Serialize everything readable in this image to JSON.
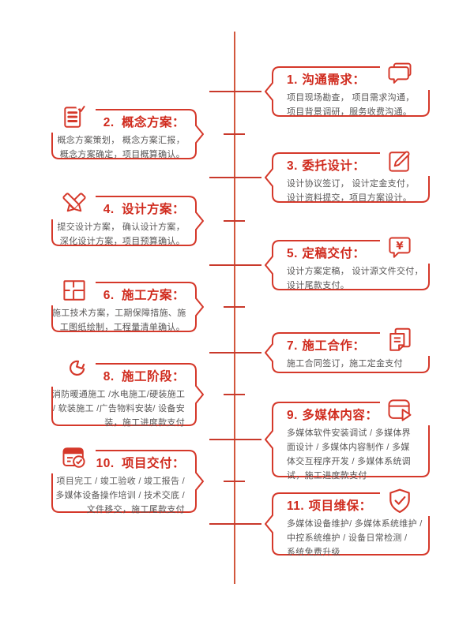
{
  "palette": {
    "accent": "#d02b1e",
    "border": "#d5382a",
    "spine": "#d2573d",
    "tick": "#c9392b",
    "body_text": "#595757",
    "background": "#ffffff"
  },
  "timeline": {
    "items": [
      {
        "num": "1.",
        "name": "沟通需求：",
        "body": "项目现场勘查， 项目需求沟通，\n项目背景调研，服务收费沟通。",
        "icon": "chat-bubbles-icon"
      },
      {
        "num": "2.",
        "name": "概念方案：",
        "body": "概念方案策划， 概念方案汇报，\n概念方案确定，项目概算确认。",
        "icon": "checklist-icon"
      },
      {
        "num": "3.",
        "name": "委托设计：",
        "body": "设计协议签订， 设计定金支付，\n设计资料提交，项目方案设计。",
        "icon": "edit-pencil-icon"
      },
      {
        "num": "4.",
        "name": "设计方案：",
        "body": "提交设计方案， 确认设计方案，\n深化设计方案，项目预算确认。",
        "icon": "design-tools-icon"
      },
      {
        "num": "5.",
        "name": "定稿交付：",
        "body": "设计方案定稿， 设计源文件交付，\n设计尾款支付。",
        "icon": "payment-bubble-icon"
      },
      {
        "num": "6.",
        "name": "施工方案：",
        "body": "施工技术方案，工期保障措施、施\n工图纸绘制，工程量清单确认。",
        "icon": "blueprint-icon"
      },
      {
        "num": "7.",
        "name": "施工合作：",
        "body": "施工合同签订，施工定金支付",
        "icon": "contract-docs-icon"
      },
      {
        "num": "8.",
        "name": "施工阶段：",
        "body": "消防暖通施工 /水电施工/硬装施工\n/ 软装施工 /广告物料安装/ 设备安\n装，施工进度款支付",
        "icon": "wrench-icon"
      },
      {
        "num": "9.",
        "name": "多媒体内容：",
        "body": "多媒体软件安装调试 / 多媒体界\n面设计 / 多媒体内容制作 / 多媒\n体交互程序开发 / 多媒体系统调\n试，施工进度款支付",
        "icon": "multimedia-play-icon"
      },
      {
        "num": "10.",
        "name": "项目交付：",
        "body": "项目完工 / 竣工验收 / 竣工报告 /\n多媒体设备操作培训 / 技术交底 /\n文件移交，施工尾款支付",
        "icon": "delivery-check-icon"
      },
      {
        "num": "11.",
        "name": "项目维保：",
        "body": "多媒体设备维护/ 多媒体系统维护 /\n中控系统维护 / 设备日常检测 /\n系统免费升级",
        "icon": "shield-check-icon"
      }
    ]
  }
}
